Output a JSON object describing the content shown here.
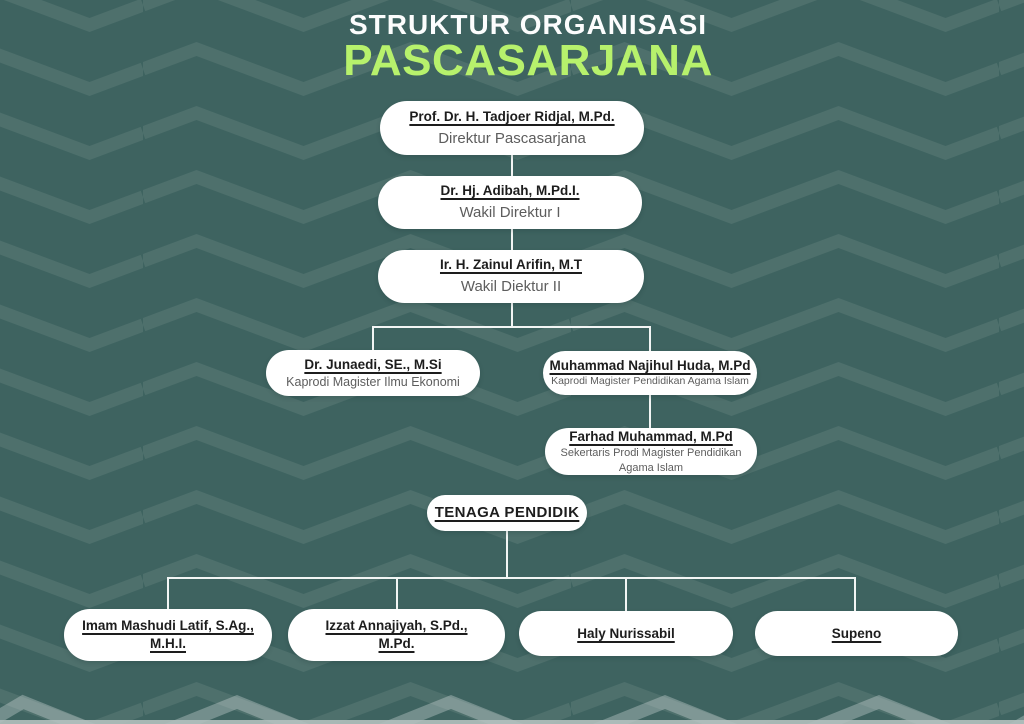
{
  "title": {
    "line1": "STRUKTUR ORGANISASI",
    "line2": "PASCASARJANA"
  },
  "colors": {
    "background": "#3E6360",
    "chevron_pattern": "#4E706C",
    "accent_green": "#B7F16C",
    "title_white": "#FCFDFD",
    "box_background": "#FFFFFF",
    "name_text": "#1D1D1D",
    "role_text": "#5D5D5D",
    "connector_line": "#F2F5F4"
  },
  "nodes": {
    "direktur": {
      "name": "Prof. Dr. H. Tadjoer Ridjal, M.Pd.",
      "role": "Direktur Pascasarjana"
    },
    "wakil_direktur_1": {
      "name": "Dr. Hj. Adibah, M.Pd.I.",
      "role": "Wakil Direktur I"
    },
    "wakil_direktur_2": {
      "name": "Ir. H. Zainul Arifin, M.T",
      "role": "Wakil Diektur II"
    },
    "kaprodi_ilmu_ekonomi": {
      "name": "Dr. Junaedi, SE., M.Si",
      "role": "Kaprodi Magister Ilmu Ekonomi"
    },
    "kaprodi_pendidikan_agama_islam": {
      "name": "Muhammad Najihul Huda, M.Pd",
      "role": "Kaprodi Magister Pendidikan Agama Islam"
    },
    "sekertaris_prodi": {
      "name": "Farhad Muhammad, M.Pd",
      "role": "Sekertaris Prodi Magister Pendidikan\nAgama Islam"
    },
    "tenaga_pendidik_label": "TENAGA PENDIDIK",
    "tenaga_pendidik": [
      {
        "name": "Imam Mashudi Latif, S.Ag.,\nM.H.I."
      },
      {
        "name": "Izzat Annajiyah, S.Pd.,\nM.Pd."
      },
      {
        "name": "Haly Nurissabil"
      },
      {
        "name": "Supeno"
      }
    ]
  }
}
